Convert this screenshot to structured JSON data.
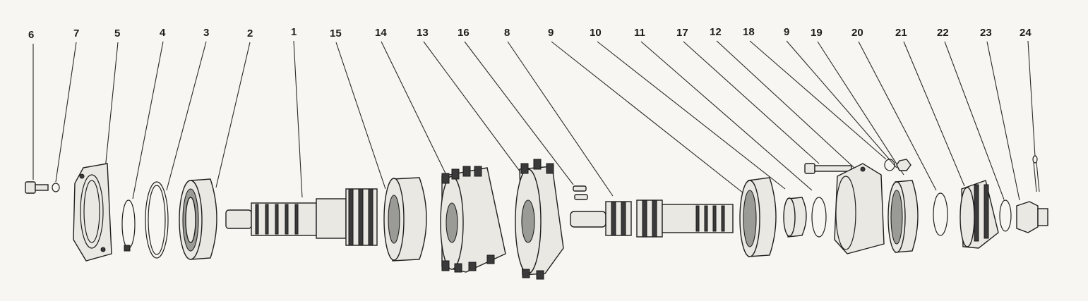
{
  "callouts": [
    {
      "label": "6"
    },
    {
      "label": "7"
    },
    {
      "label": "5"
    },
    {
      "label": "4"
    },
    {
      "label": "3"
    },
    {
      "label": "2"
    },
    {
      "label": "1"
    },
    {
      "label": "15"
    },
    {
      "label": "14"
    },
    {
      "label": "13"
    },
    {
      "label": "16"
    },
    {
      "label": "8"
    },
    {
      "label": "9"
    },
    {
      "label": "10"
    },
    {
      "label": "11"
    },
    {
      "label": "17"
    },
    {
      "label": "12"
    },
    {
      "label": "18"
    },
    {
      "label": "9"
    },
    {
      "label": "19"
    },
    {
      "label": "20"
    },
    {
      "label": "21"
    },
    {
      "label": "22"
    },
    {
      "label": "23"
    },
    {
      "label": "24"
    }
  ],
  "colors": {
    "ink": "#1f1f1f",
    "paper": "#f7f6f2",
    "metal": "#e9e8e3",
    "shade": "#3a3a3a"
  }
}
